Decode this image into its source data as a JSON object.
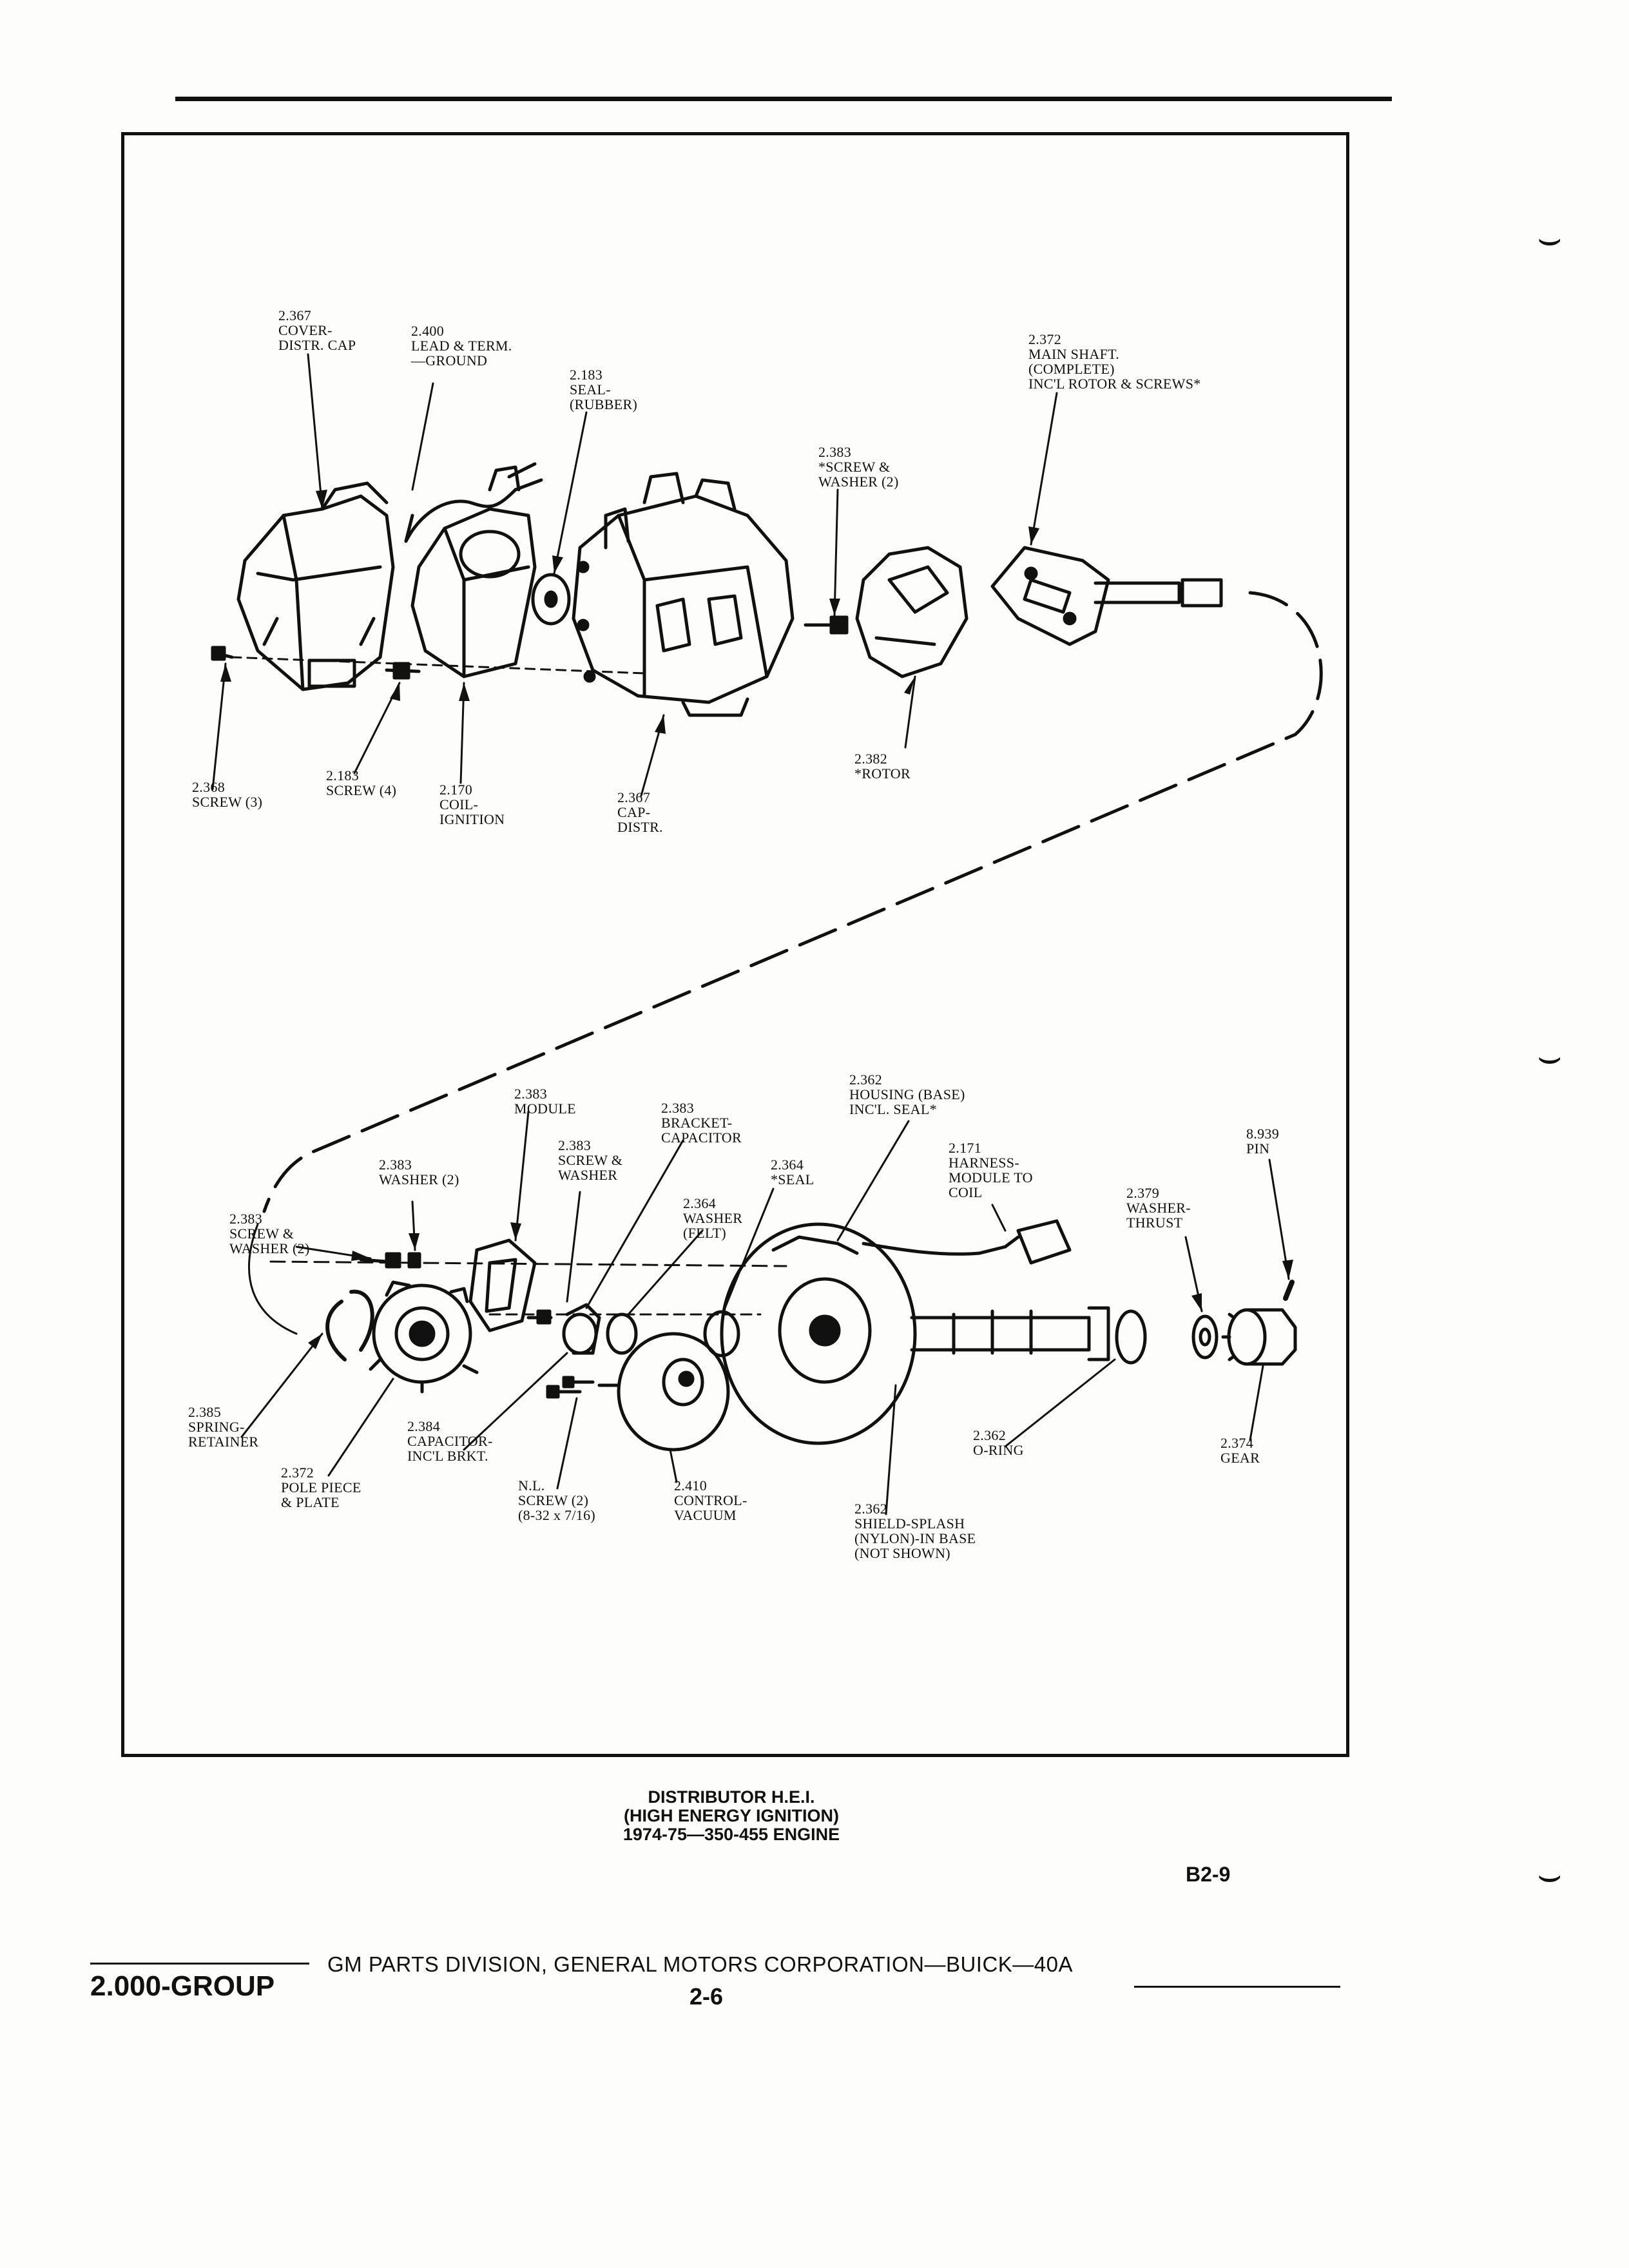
{
  "labels": {
    "cover_distr_cap": "2.367\nCOVER-\nDISTR. CAP",
    "lead_term_ground": "2.400\nLEAD & TERM.\n—GROUND",
    "seal_rubber": "2.183\nSEAL-\n(RUBBER)",
    "main_shaft": "2.372\nMAIN SHAFT.\n(COMPLETE)\nINC'L ROTOR & SCREWS*",
    "screw_washer_top": "2.383\n*SCREW &\nWASHER (2)",
    "rotor": "2.382\n*ROTOR",
    "screw_3": "2.368\nSCREW (3)",
    "screw_4": "2.183\nSCREW (4)",
    "coil_ignition": "2.170\nCOIL-\nIGNITION",
    "cap_distr": "2.367\nCAP-\nDISTR.",
    "module": "2.383\nMODULE",
    "bracket_capacitor": "2.383\nBRACKET-\nCAPACITOR",
    "housing_base": "2.362\nHOUSING (BASE)\nINC'L. SEAL*",
    "pin": "8.939\nPIN",
    "washer_2": "2.383\nWASHER (2)",
    "screw_washer_mid": "2.383\nSCREW &\nWASHER",
    "seal": "2.364\n*SEAL",
    "harness": "2.171\nHARNESS-\nMODULE TO\nCOIL",
    "washer_felt": "2.364\nWASHER\n(FELT)",
    "washer_thrust": "2.379\nWASHER-\nTHRUST",
    "screw_washer_left": "2.383\nSCREW &\nWASHER (2)",
    "spring_retainer": "2.385\nSPRING-\nRETAINER",
    "capacitor": "2.384\nCAPACITOR-\nINC'L BRKT.",
    "pole_piece": "2.372\nPOLE PIECE\n& PLATE",
    "nl_screw": "N.L.\nSCREW (2)\n(8-32 x 7/16)",
    "control_vacuum": "2.410\nCONTROL-\nVACUUM",
    "shield_splash": "2.362\nSHIELD-SPLASH\n(NYLON)-IN BASE\n(NOT SHOWN)",
    "o_ring": "2.362\nO-RING",
    "gear": "2.374\nGEAR"
  },
  "caption": {
    "line1": "DISTRIBUTOR H.E.I.",
    "line2": "(HIGH ENERGY IGNITION)",
    "line3": "1974-75—350-455 ENGINE"
  },
  "page_code": "B2-9",
  "footer": {
    "group": "2.000-GROUP",
    "division": "GM PARTS DIVISION, GENERAL MOTORS CORPORATION—BUICK—40A",
    "page_number": "2-6"
  }
}
